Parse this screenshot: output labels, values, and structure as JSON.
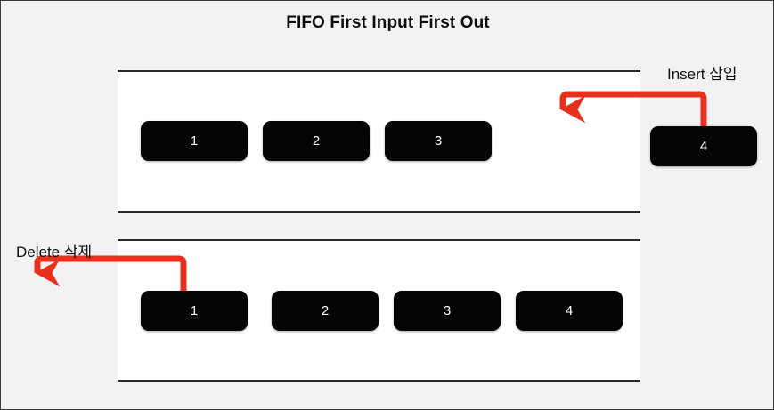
{
  "diagram": {
    "title": "FIFO First Input First Out",
    "background_color": "#f2f2f2",
    "panel_color": "#ffffff",
    "box_color": "#050505",
    "box_text_color": "#ffffff",
    "arrow_color": "#e8301e",
    "rule_color": "#2a2a2a"
  },
  "queues": {
    "top": {
      "name": "queue-before-insert",
      "elements": [
        "1",
        "2",
        "3"
      ]
    },
    "bottom": {
      "name": "queue-after-insert",
      "elements": [
        "1",
        "2",
        "3",
        "4"
      ]
    }
  },
  "incoming": {
    "label": "Insert 삽입",
    "element": "4"
  },
  "outgoing": {
    "label": "Delete 삭제",
    "element": "1"
  }
}
